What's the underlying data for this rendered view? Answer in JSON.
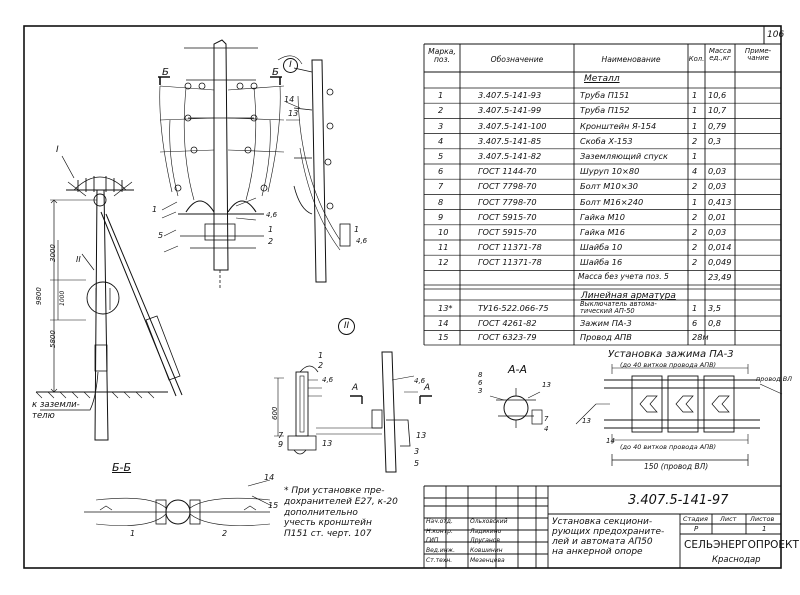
{
  "page_number": "106",
  "spec_table": {
    "headers": {
      "pos": "Марка,\nпоз.",
      "designation": "Обозначение",
      "name": "Наименование",
      "qty": "Кол.",
      "mass": "Масса\nед.,кг",
      "note": "Приме-\nчание"
    },
    "section_metal": "Металл",
    "section_linear": "Линейная арматура",
    "rows_metal": [
      {
        "pos": "1",
        "designation": "3.407.5-141-93",
        "name": "Труба П151",
        "qty": "1",
        "mass": "10,6"
      },
      {
        "pos": "2",
        "designation": "3.407.5-141-99",
        "name": "Труба П152",
        "qty": "1",
        "mass": "10,7"
      },
      {
        "pos": "3",
        "designation": "3.407.5-141-100",
        "name": "Кронштейн Я-154",
        "qty": "1",
        "mass": "0,79"
      },
      {
        "pos": "4",
        "designation": "3.407.5-141-85",
        "name": "Скоба Х-153",
        "qty": "2",
        "mass": "0,3"
      },
      {
        "pos": "5",
        "designation": "3.407.5-141-82",
        "name": "Заземляющий спуск",
        "qty": "1",
        "mass": ""
      },
      {
        "pos": "6",
        "designation": "ГОСТ 1144-70",
        "name": "Шуруп 10×80",
        "qty": "4",
        "mass": "0,03"
      },
      {
        "pos": "7",
        "designation": "ГОСТ 7798-70",
        "name": "Болт М10×30",
        "qty": "2",
        "mass": "0,03"
      },
      {
        "pos": "8",
        "designation": "ГОСТ 7798-70",
        "name": "Болт М16×240",
        "qty": "1",
        "mass": "0,413"
      },
      {
        "pos": "9",
        "designation": "ГОСТ 5915-70",
        "name": "Гайка М10",
        "qty": "2",
        "mass": "0,01"
      },
      {
        "pos": "10",
        "designation": "ГОСТ 5915-70",
        "name": "Гайка М16",
        "qty": "2",
        "mass": "0,03"
      },
      {
        "pos": "11",
        "designation": "ГОСТ 11371-78",
        "name": "Шайба 10",
        "qty": "2",
        "mass": "0,014"
      },
      {
        "pos": "12",
        "designation": "ГОСТ 11371-78",
        "name": "Шайба 16",
        "qty": "2",
        "mass": "0,049"
      }
    ],
    "total_label": "Масса без учета поз. 5",
    "total_value": "23,49",
    "rows_linear": [
      {
        "pos": "13*",
        "designation": "ТУ16-522.066-75",
        "name": "Выключатель автома-\nтический АП-50",
        "qty": "1",
        "mass": "3,5"
      },
      {
        "pos": "14",
        "designation": "ГОСТ 4261-82",
        "name": "Зажим ПА-3",
        "qty": "6",
        "mass": "0,8"
      },
      {
        "pos": "15",
        "designation": "ГОСТ 6323-79",
        "name": "Провод АПВ",
        "qty": "28м",
        "mass": ""
      }
    ]
  },
  "drawing_labels": {
    "view_b": "Б",
    "circle_1": "I",
    "circle_2": "II",
    "section_bb": "Б-Б",
    "section_aa": "А-А",
    "view_a": "А",
    "dim_9800": "9800",
    "dim_3000": "3000",
    "dim_1000": "1000",
    "dim_5800": "5800",
    "dim_600": "600",
    "ground_label": "к заземли-\nтелю",
    "clamp_title": "Установка зажима ПА-3",
    "clamp_note_top": "(до 40 витков провода АПВ)",
    "clamp_note_bottom": "(до 40 витков провода АПВ)",
    "clamp_dim": "150 (провод ВЛ)",
    "wire_vl": "провод ВЛ",
    "footnote": "* При установке пре-\nдохранителей Е27, к-20\nдополнительно\nучесть кронштейн\nП151 ст. черт. 107",
    "pos_labels": [
      "1",
      "2",
      "3",
      "4",
      "5",
      "6",
      "7",
      "8",
      "9",
      "13",
      "14",
      "15",
      "4,6",
      "4,6"
    ]
  },
  "title_block": {
    "doc_code": "3.407.5-141-97",
    "title": "Установка секциони-\nрующих предохраните-\nлей и автомата АП50\nна анкерной опоре",
    "stage_label": "Стадия",
    "sheet_label": "Лист",
    "sheets_label": "Листов",
    "stage": "Р",
    "sheet": "",
    "sheets": "1",
    "org": "СЕЛЬЭНЕРГОПРОЕКТ",
    "city": "Краснодар",
    "roles": [
      {
        "role": "Нач.отд.",
        "name": "Ольховский"
      },
      {
        "role": "Н.контр.",
        "name": "Ладикино"
      },
      {
        "role": "ГИП",
        "name": "Друганов"
      },
      {
        "role": "Вед.инж.",
        "name": "Ковшинин"
      },
      {
        "role": "Ст.техн.",
        "name": "Мезенцева"
      }
    ]
  }
}
